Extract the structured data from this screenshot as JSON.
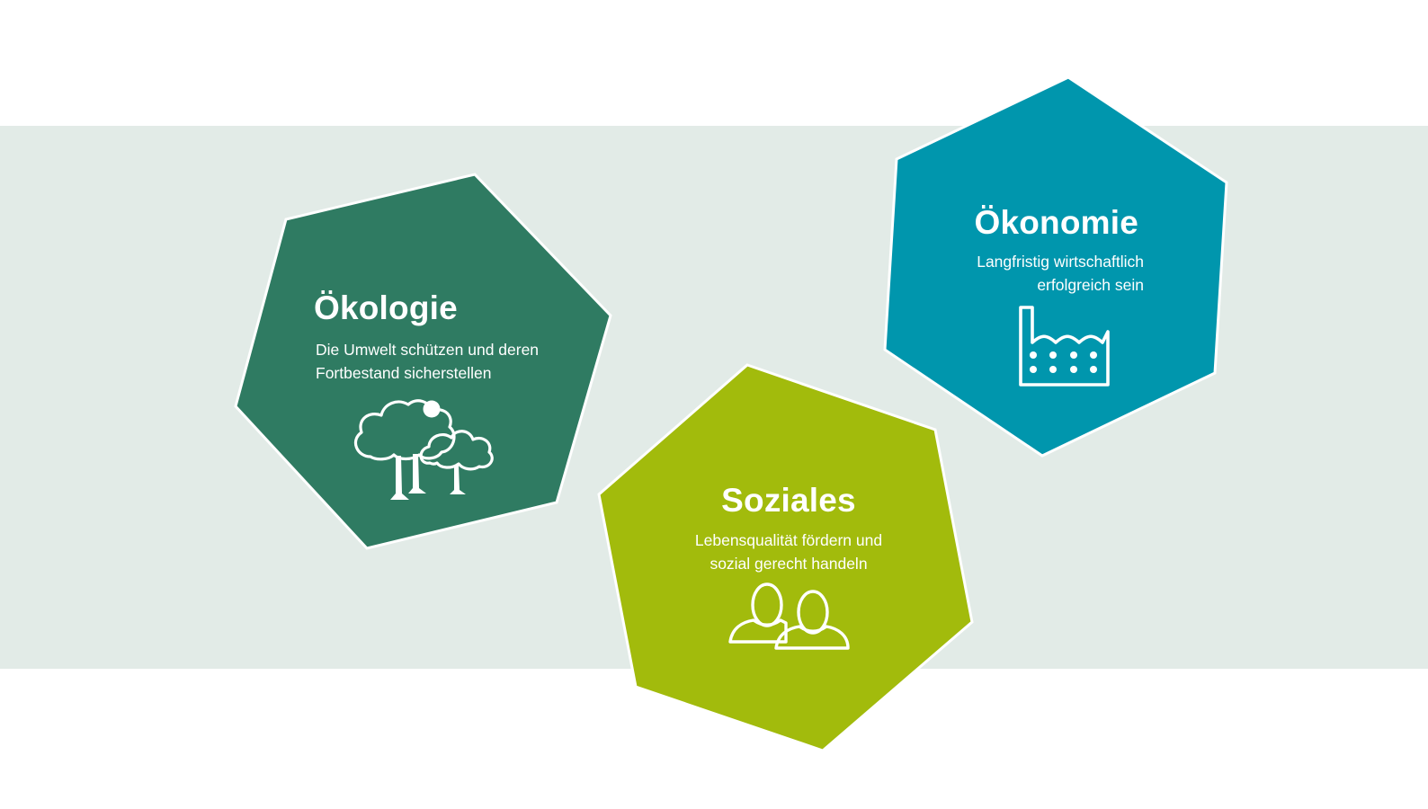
{
  "colors": {
    "background": "#ffffff",
    "band": "#e2ebe7",
    "oekologie": "#2f7b62",
    "oekonomie": "#0096ad",
    "soziales": "#a2bb0c",
    "outline": "#ffffff"
  },
  "pillars": [
    {
      "title": "Ökologie",
      "description": "Die Umwelt schützen und deren\nFortbestand sicherstellen",
      "icon": "trees-icon"
    },
    {
      "title": "Ökonomie",
      "description": "Langfristig wirtschaftlich\nerfolgreich sein",
      "icon": "factory-icon"
    },
    {
      "title": "Soziales",
      "description": "Lebensqualität fördern und\nsozial gerecht handeln",
      "icon": "people-icon"
    }
  ]
}
